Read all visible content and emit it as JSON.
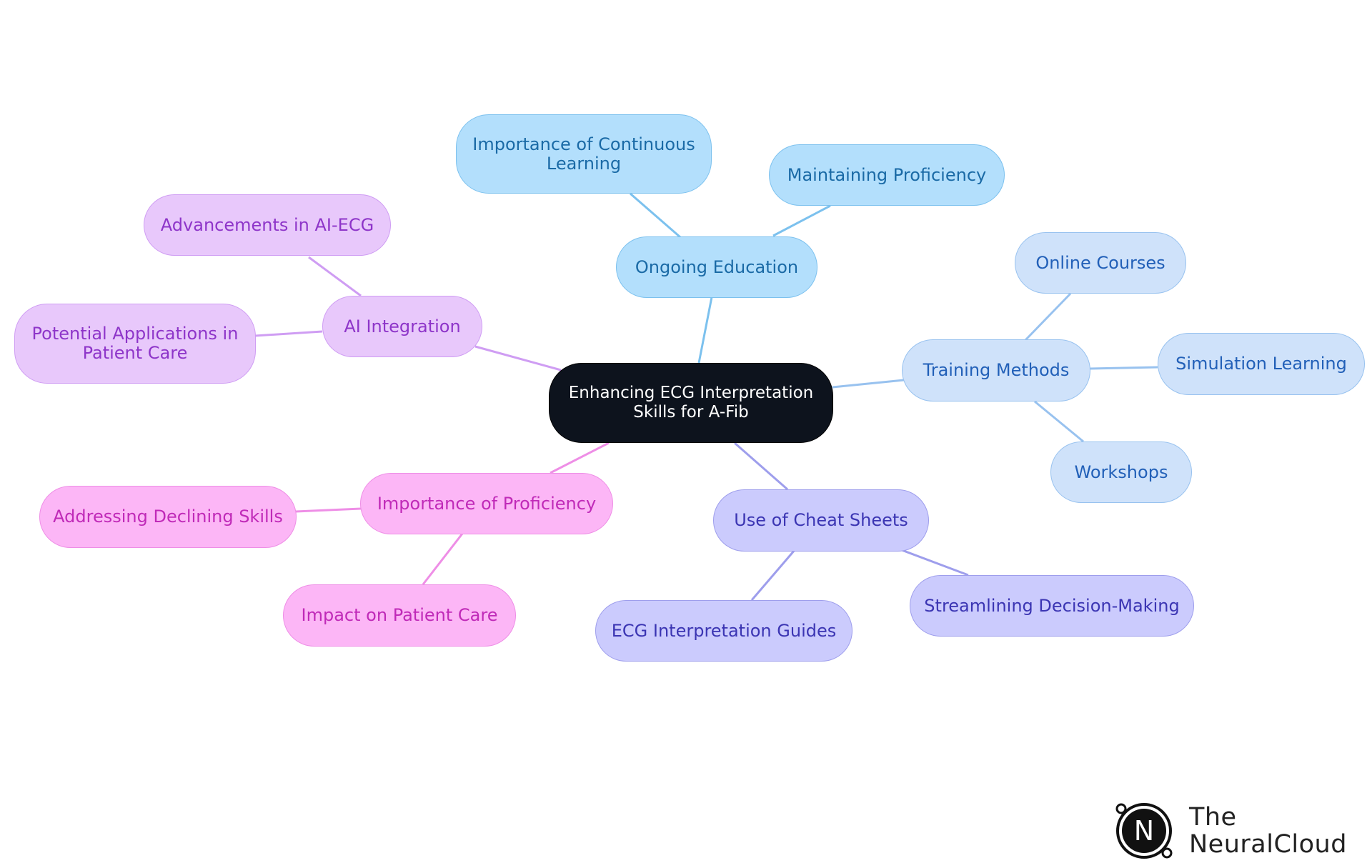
{
  "root": {
    "line1": "Enhancing ECG Interpretation",
    "line2": "Skills for A-Fib"
  },
  "branches": {
    "ongoing_education": {
      "label": "Ongoing Education",
      "children": [
        {
          "line1": "Importance of Continuous",
          "line2": "Learning"
        },
        {
          "line1": "Maintaining Proficiency"
        }
      ]
    },
    "training_methods": {
      "label": "Training Methods",
      "children": [
        {
          "line1": "Online Courses"
        },
        {
          "line1": "Simulation Learning"
        },
        {
          "line1": "Workshops"
        }
      ]
    },
    "cheat_sheets": {
      "label": "Use of Cheat Sheets",
      "children": [
        {
          "line1": "ECG Interpretation Guides"
        },
        {
          "line1": "Streamlining Decision-Making"
        }
      ]
    },
    "proficiency": {
      "label": "Importance of Proficiency",
      "children": [
        {
          "line1": "Addressing Declining Skills"
        },
        {
          "line1": "Impact on Patient Care"
        }
      ]
    },
    "ai_integration": {
      "label": "AI Integration",
      "children": [
        {
          "line1": "Advancements in AI-ECG"
        },
        {
          "line1": "Potential Applications in",
          "line2": "Patient Care"
        }
      ]
    }
  },
  "colors": {
    "root": "#0d131d",
    "ongoing_education": "#b3dffc",
    "training_methods": "#cfe2fa",
    "cheat_sheets": "#cbcbfd",
    "proficiency": "#fcb6f6",
    "ai_integration": "#e8c8fb"
  },
  "logo": {
    "letter": "N",
    "line1": "The",
    "line2": "NeuralCloud"
  }
}
